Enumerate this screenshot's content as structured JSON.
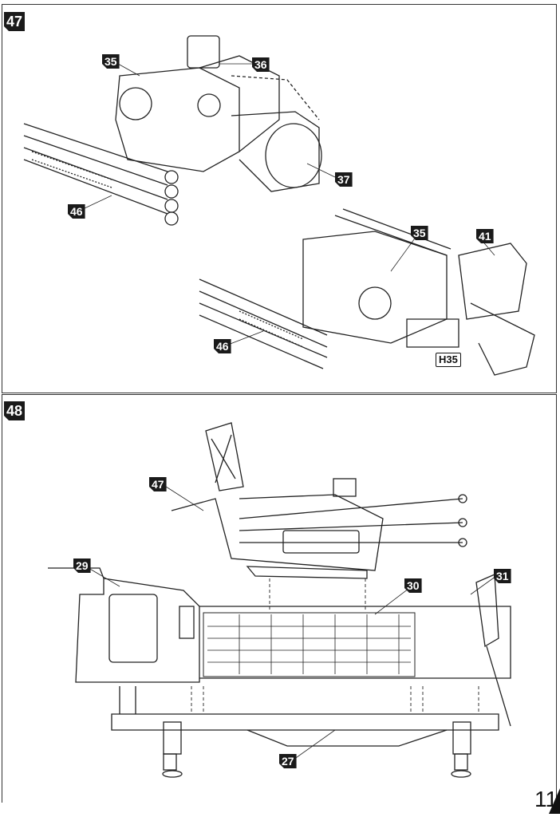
{
  "page_number": "11",
  "steps": [
    {
      "number": "47",
      "parts": [
        "35",
        "36",
        "37",
        "46",
        "35",
        "41",
        "46"
      ],
      "reference": "H35"
    },
    {
      "number": "48",
      "parts": [
        "47",
        "29",
        "30",
        "31",
        "27"
      ]
    }
  ]
}
